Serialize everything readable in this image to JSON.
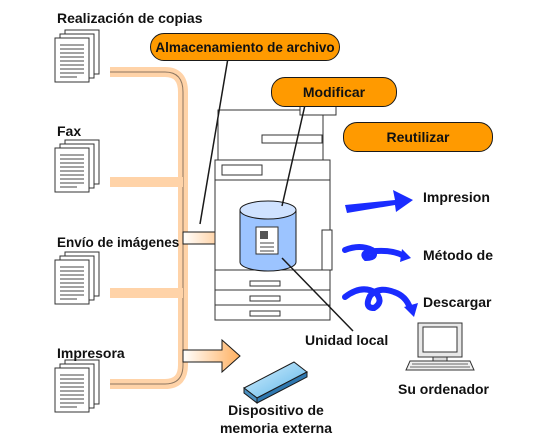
{
  "sources": {
    "copies": "Realización de copias",
    "fax": "Fax",
    "image_send": "Envío de imágenes",
    "printer": "Impresora"
  },
  "callouts": {
    "storage": "Almacenamiento de archivo",
    "modify": "Modificar",
    "reuse": "Reutilizar"
  },
  "outputs": {
    "print": "Impresion",
    "method": "Método de",
    "download": "Descargar"
  },
  "labels": {
    "local_drive": "Unidad local",
    "your_computer": "Su ordenador",
    "external_memory_line1": "Dispositivo de",
    "external_memory_line2": "memoria externa"
  },
  "icons": {
    "document": "document-stack-icon",
    "machine": "multifunction-printer-icon",
    "drive": "local-drive-icon",
    "usb": "usb-memory-icon",
    "computer": "computer-icon"
  },
  "colors": {
    "orange": "#ff9a00",
    "blue_arrow": "#1a2cff",
    "drive": "#9cc4ff",
    "flow_arrow": "#ffc07a"
  }
}
